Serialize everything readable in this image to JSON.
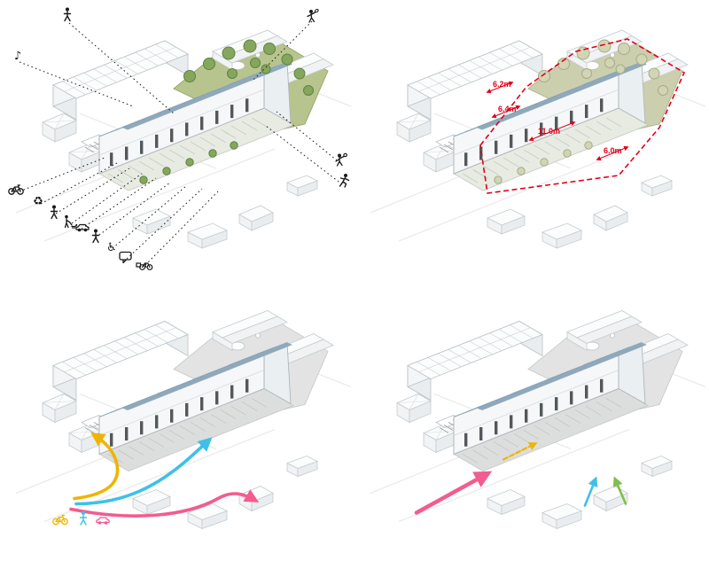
{
  "colors": {
    "boundary_red": "#e2001a",
    "flow_yellow": "#f0b400",
    "flow_cyan": "#3fc0e8",
    "flow_pink": "#f25c8e",
    "flow_green": "#7fbf4b",
    "roof_blue": "#a6bdcd",
    "park_green": "#b7c48e",
    "tree_green": "#84a75d",
    "leader_black": "#1d1d1b"
  },
  "dimensions": {
    "d1": "6.2m",
    "d2": "6.4m",
    "d3": "11.0m",
    "d4": "6.0m"
  },
  "program_icons": [
    {
      "name": "pedestrian-icon"
    },
    {
      "name": "music-icon",
      "glyph": "♪"
    },
    {
      "name": "badminton-icon"
    },
    {
      "name": "ball-game-icon"
    },
    {
      "name": "running-icon"
    },
    {
      "name": "bicycle-icon"
    },
    {
      "name": "recycle-icon",
      "glyph": "♻"
    },
    {
      "name": "stroll-icon"
    },
    {
      "name": "dog-walking-icon"
    },
    {
      "name": "car-icon"
    },
    {
      "name": "walking-icon"
    },
    {
      "name": "wheelchair-icon",
      "glyph": "♿"
    },
    {
      "name": "speech-bubble-icon"
    },
    {
      "name": "cargo-bike-icon"
    }
  ],
  "circulation_legend": [
    {
      "name": "bicycle-route",
      "color": "#f0b400"
    },
    {
      "name": "pedestrian-route",
      "color": "#3fc0e8"
    },
    {
      "name": "car-route",
      "color": "#f25c8e"
    }
  ],
  "access_arrows": [
    {
      "name": "car-access",
      "color": "#f25c8e"
    },
    {
      "name": "service-access",
      "color": "#f0b400"
    },
    {
      "name": "pedestrian-access",
      "color": "#3fc0e8"
    },
    {
      "name": "bicycle-access",
      "color": "#7fbf4b"
    }
  ]
}
